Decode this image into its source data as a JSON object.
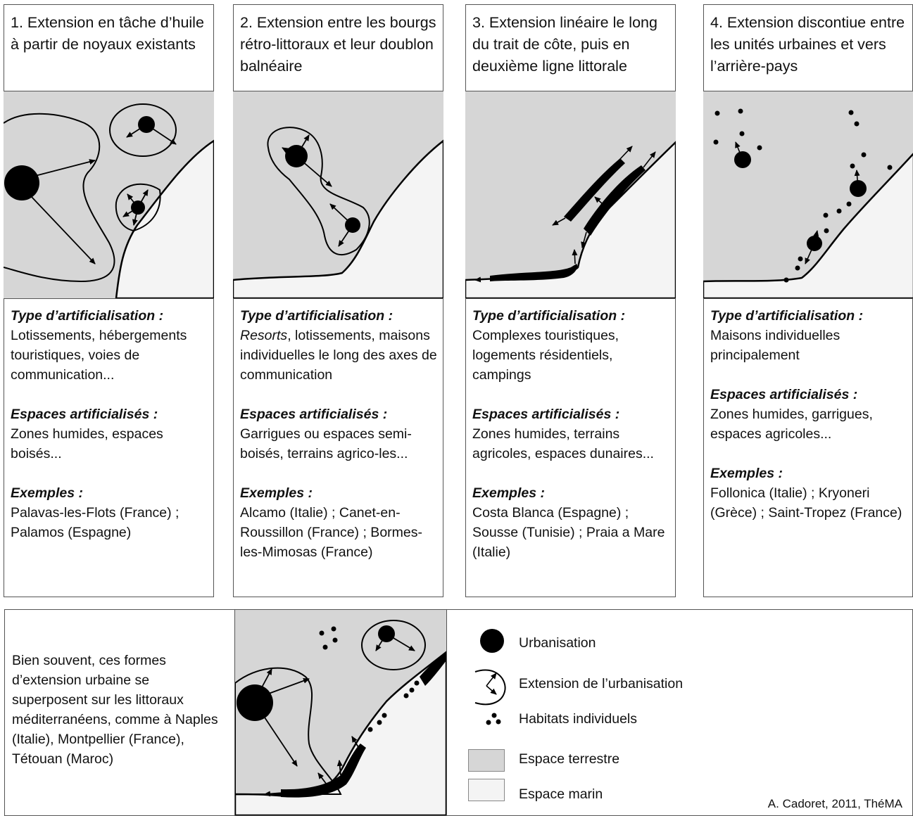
{
  "panels": [
    {
      "title": "1. Extension en tâche d’huile à partir de noyaux existants",
      "type_label": "Type d’artificialisation :",
      "type_text": "Lotissements, hébergements touristiques, voies de communication...",
      "espaces_label": "Espaces artificialisés :",
      "espaces_text": "Zones humides,  espaces boisés...",
      "exemples_label": "Exemples :",
      "exemples_text": "Palavas-les-Flots (France) ; Palamos (Espagne)"
    },
    {
      "title": "2. Extension entre les bourgs rétro-littoraux et leur doublon balnéaire",
      "type_label": "Type d’artificialisation :",
      "type_em": "Resorts",
      "type_text": ", lotissements, maisons individuelles le long des axes de communication",
      "espaces_label": "Espaces artificialisés :",
      "espaces_text": "Garrigues ou espaces semi-boisés, terrains agrico-les...",
      "exemples_label": "Exemples :",
      "exemples_text": "Alcamo (Italie) ; Canet-en-Roussillon (France) ; Bormes-les-Mimosas (France)"
    },
    {
      "title": "3. Extension linéaire le long du trait de côte, puis en deuxième ligne littorale",
      "type_label": "Type d’artificialisation :",
      "type_text": "Complexes touristiques, logements résidentiels, campings",
      "espaces_label": "Espaces artificialisés :",
      "espaces_text": "Zones humides, terrains agricoles, espaces dunaires...",
      "exemples_label": "Exemples :",
      "exemples_text": "Costa Blanca (Espagne) ; Sousse (Tunisie) ; Praia a Mare (Italie)"
    },
    {
      "title": "4. Extension discontiue entre les unités urbaines et vers l’arrière-pays",
      "type_label": "Type d’artificialisation :",
      "type_text": "Maisons individuelles principalement",
      "espaces_label": "Espaces artificialisés :",
      "espaces_text": "Zones humides, garrigues, espaces agricoles...",
      "exemples_label": "Exemples :",
      "exemples_text": "Follonica (Italie) ;  Kryoneri (Grèce) ; Saint-Tropez (France)"
    }
  ],
  "summary": "Bien souvent, ces formes d’extension urbaine se superposent sur les littoraux méditerranéens, comme à Naples (Italie), Montpellier (France), Tétouan (Maroc)",
  "legend": {
    "urbanisation": "Urbanisation",
    "extension": "Extension de l’urbanisation",
    "habitats": "Habitats individuels",
    "terrestre": "Espace terrestre",
    "marin": "Espace marin"
  },
  "colors": {
    "land": "#d6d6d6",
    "sea": "#f4f4f4",
    "ink": "#000000"
  },
  "credit": "A. Cadoret, 2011, ThéMA"
}
